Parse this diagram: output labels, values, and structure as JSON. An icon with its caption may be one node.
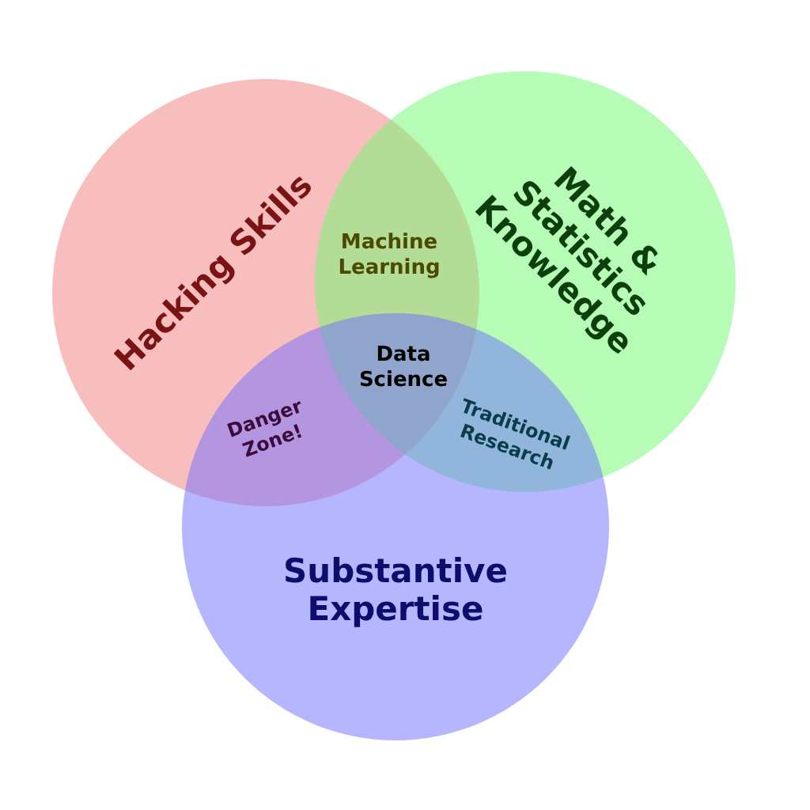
{
  "diagram": {
    "nodes": [
      {
        "text": [
          "Hacking Skills"
        ]
      },
      {
        "text": [
          "Math & Statistics Knowledge"
        ]
      },
      {
        "text": [
          "Substantive Expertise"
        ]
      }
    ],
    "labels": [
      "Machine Learning",
      "Data Science",
      "Danger Zone!",
      "Traditional Research"
    ]
  }
}
